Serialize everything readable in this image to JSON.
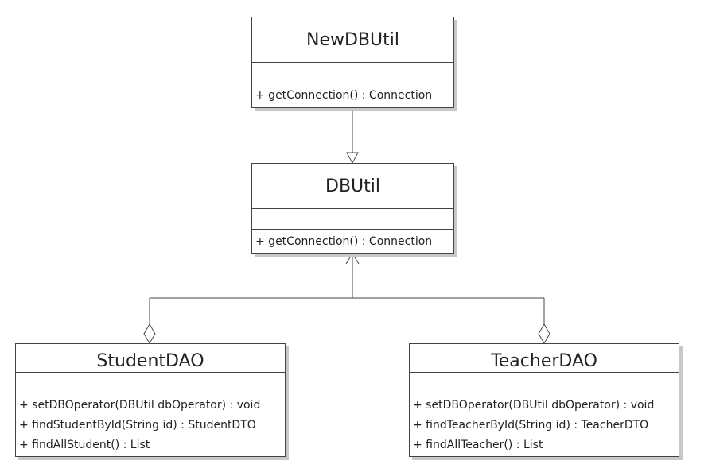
{
  "classes": {
    "newdbutil": {
      "name": "NewDBUtil",
      "operations": [
        "+ getConnection() : Connection"
      ]
    },
    "dbutil": {
      "name": "DBUtil",
      "operations": [
        "+ getConnection() : Connection"
      ]
    },
    "studentdao": {
      "name": "StudentDAO",
      "operations": [
        "+ setDBOperator(DBUtil dbOperator) : void",
        "+ findStudentById(String id) : StudentDTO",
        "+ findAllStudent() : List"
      ]
    },
    "teacherdao": {
      "name": "TeacherDAO",
      "operations": [
        "+ setDBOperator(DBUtil dbOperator) : void",
        "+ findTeacherById(String id) : TeacherDTO",
        "+ findAllTeacher() : List"
      ]
    }
  },
  "relationships": {
    "generalization": {
      "from": "NewDBUtil",
      "to": "DBUtil"
    },
    "aggregations": [
      {
        "whole": "StudentDAO",
        "part": "DBUtil"
      },
      {
        "whole": "TeacherDAO",
        "part": "DBUtil"
      }
    ]
  },
  "colors": {
    "line": "#444444",
    "shadow": "#c8c8c8",
    "text": "#222222",
    "background": "#ffffff"
  }
}
